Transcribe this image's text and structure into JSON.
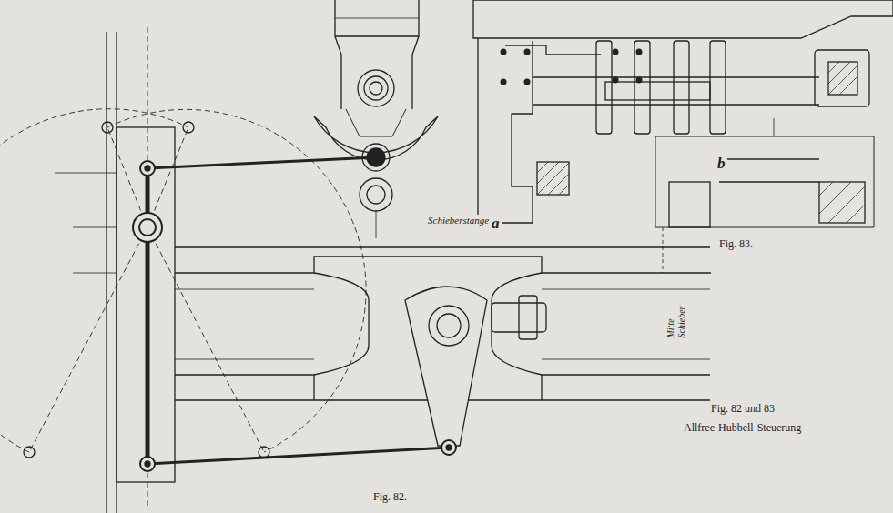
{
  "diagram": {
    "labels": [
      "Schieberstange",
      "a",
      "b",
      "Mitte Schieber",
      "Fig. 83.",
      "Fig. 82.",
      "Fig. 82 und 83",
      "Allfree-Hubbell-Steuerung"
    ]
  }
}
